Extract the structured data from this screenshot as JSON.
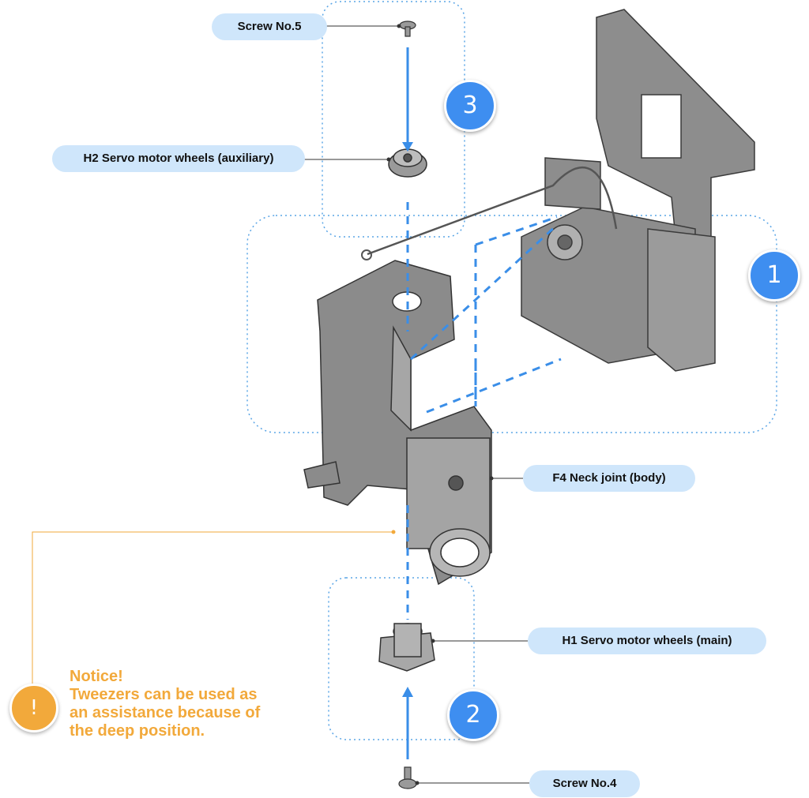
{
  "labels": {
    "screw5": "Screw No.5",
    "h2": "H2 Servo motor wheels (auxiliary)",
    "f4": "F4 Neck joint (body)",
    "h1": "H1 Servo motor wheels (main)",
    "screw4": "Screw No.4"
  },
  "steps": {
    "one": "1",
    "two": "2",
    "three": "3"
  },
  "notice": {
    "icon": "!",
    "title": "Notice!",
    "lines": [
      "Tweezers can be used as",
      "an assistance because of",
      "the deep position."
    ]
  },
  "colors": {
    "label_bg": "#cfe6fb",
    "step_blue": "#3e8ef0",
    "notice_orange": "#f2a93b",
    "part_gray": "#8a8a8a"
  }
}
